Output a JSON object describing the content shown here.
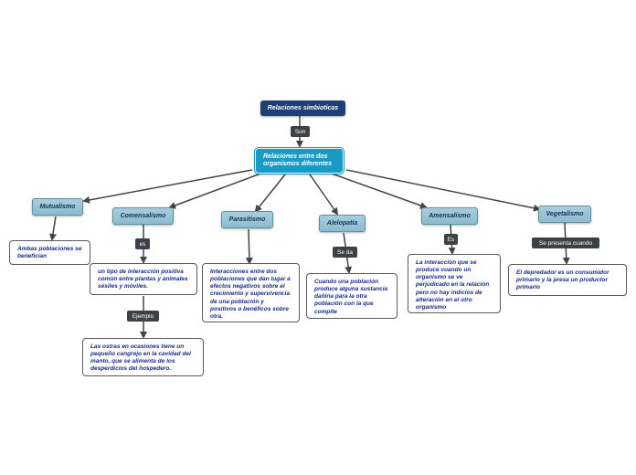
{
  "root": {
    "label": "Relaciones simbioticas"
  },
  "root_link": "Son",
  "main": {
    "label": "Relaciones entre dos organismos diferentes"
  },
  "categories": [
    {
      "label": "Mutualismo",
      "link": "",
      "description": "Ambas poblaciones se benefician"
    },
    {
      "label": "Comensalismo",
      "link": "es",
      "description": "un tipo de interacción positiva común entre plantas y animales sésiles y móviles."
    },
    {
      "label": "Parasitismo",
      "link": "",
      "description": "Interacciones entre dos poblaciones que dan lugar a efectos negativos sobre el crecimiento y supervivencia de una población y positivos o benéficos sobre otra."
    },
    {
      "label": "Alelopatía",
      "link": "Se da",
      "description": "Cuando una población produce alguna sustancia dañina para la otra población con la que compite"
    },
    {
      "label": "Amensalismo",
      "link": "Es",
      "description": "La interacción que se produce cuando un organismo se ve perjudicado en la relación pero no hay indicios de alteración en el otro organismo"
    },
    {
      "label": "Vegetalismo",
      "link": "Se presenta cuando",
      "description": "El depredador es un consumidor primario y la presa un productor primario"
    }
  ],
  "example": {
    "link": "Ejemplo",
    "text": "Las ostras en ocasiones tiene un pequeño cangrejo en la cavidad del manto, que se alimenta de los desperdicios del hospedero."
  }
}
